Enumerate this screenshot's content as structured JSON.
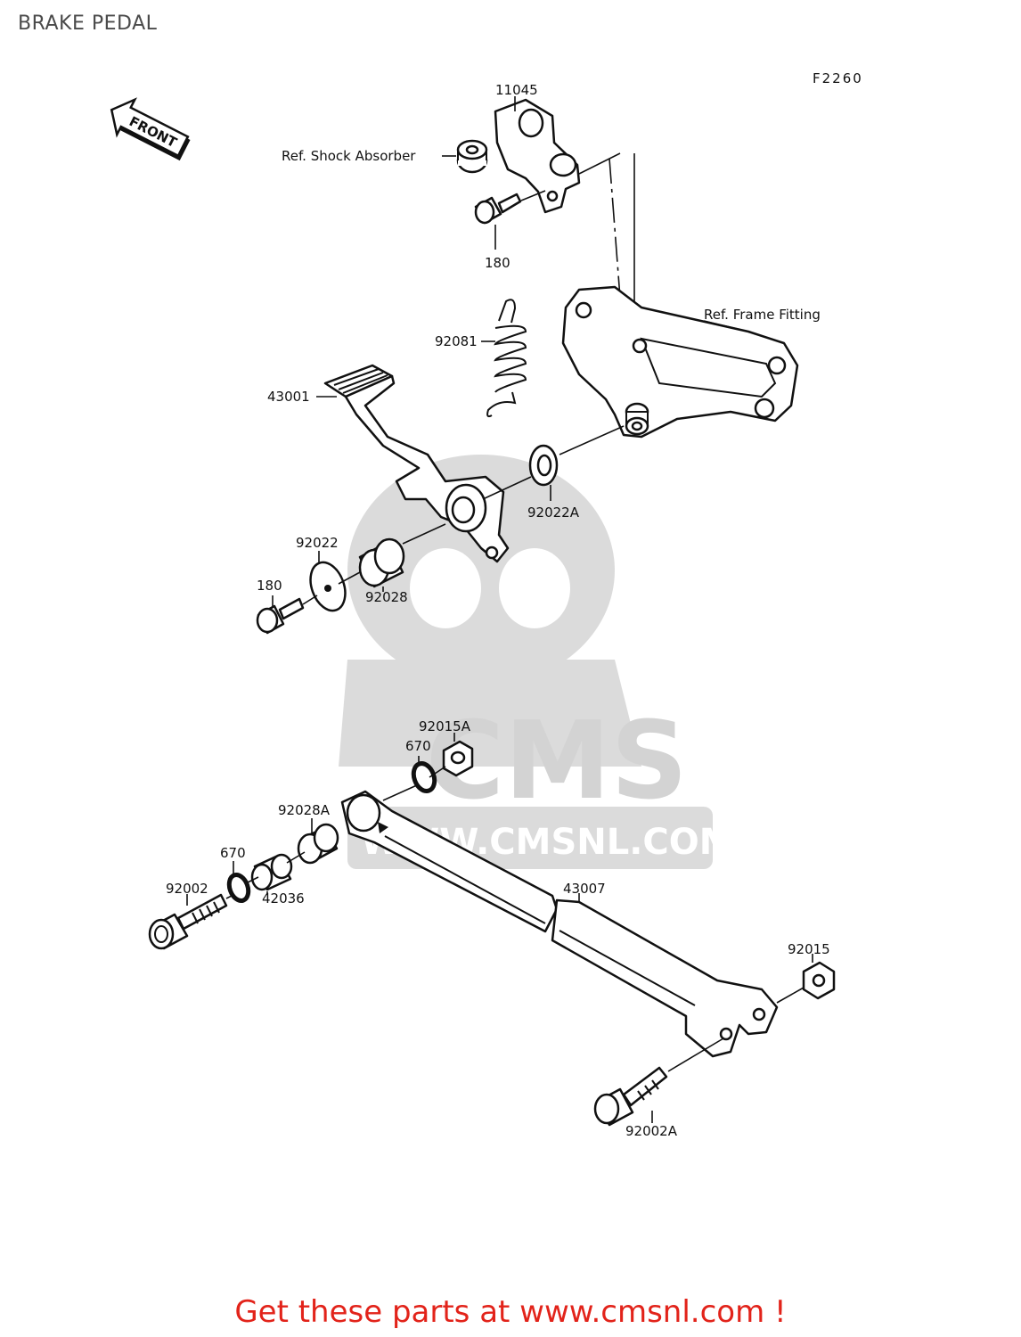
{
  "page_title": "BRAKE PEDAL",
  "figure_code": "F2260",
  "front_marker": "FRONT",
  "watermark": {
    "brand": "CMS",
    "url": "WWW.CMSNL.COM"
  },
  "parts": {
    "p11045": "11045",
    "shock_ref": "Ref. Shock Absorber",
    "bolt_180_top": "180",
    "frame_ref": "Ref. Frame Fitting",
    "spring_92081": "92081",
    "pedal_43001": "43001",
    "washer_92022A": "92022A",
    "washer_92022": "92022",
    "bolt_180_left": "180",
    "collar_92028": "92028",
    "nut_92015A": "92015A",
    "ring_670_top": "670",
    "collar_92028A": "92028A",
    "ring_670_left": "670",
    "bolt_92002": "92002",
    "collar_42036": "42036",
    "rod_43007": "43007",
    "nut_92015": "92015",
    "bolt_92002A": "92002A"
  },
  "footer": {
    "text": "Get these parts at www.cmsnl.com !"
  }
}
